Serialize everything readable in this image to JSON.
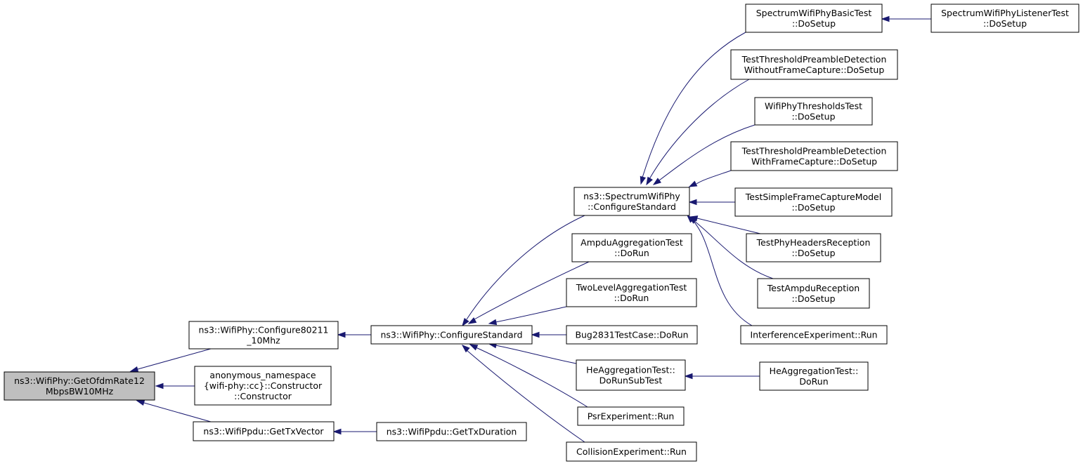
{
  "colors": {
    "edge": "#191970",
    "root_fill": "#bfbfbf",
    "node_fill": "#ffffff",
    "border": "#000000"
  },
  "nodes": {
    "root": [
      "ns3::WifiPhy::GetOfdmRate12",
      "MbpsBW10MHz"
    ],
    "configure80211_10mhz": [
      "ns3::WifiPhy::Configure80211",
      "_10Mhz"
    ],
    "anon_constructor": [
      "anonymous_namespace",
      "{wifi-phy::cc}::Constructor",
      "::Constructor"
    ],
    "getTxVector": [
      "ns3::WifiPpdu::GetTxVector"
    ],
    "wifiphy_configureStandard": [
      "ns3::WifiPhy::ConfigureStandard"
    ],
    "getTxDuration": [
      "ns3::WifiPpdu::GetTxDuration"
    ],
    "spectrum_configureStandard": [
      "ns3::SpectrumWifiPhy",
      "::ConfigureStandard"
    ],
    "ampduAggregation": [
      "AmpduAggregationTest",
      "::DoRun"
    ],
    "twoLevelAggregation": [
      "TwoLevelAggregationTest",
      "::DoRun"
    ],
    "bug2831": [
      "Bug2831TestCase::DoRun"
    ],
    "heAggregationSubTest": [
      "HeAggregationTest::",
      "DoRunSubTest"
    ],
    "psrExperiment": [
      "PsrExperiment::Run"
    ],
    "collisionExperiment": [
      "CollisionExperiment::Run"
    ],
    "spectrumBasic": [
      "SpectrumWifiPhyBasicTest",
      "::DoSetup"
    ],
    "thresholdWithout": [
      "TestThresholdPreambleDetection",
      "WithoutFrameCapture::DoSetup"
    ],
    "thresholdsTest": [
      "WifiPhyThresholdsTest",
      "::DoSetup"
    ],
    "thresholdWith": [
      "TestThresholdPreambleDetection",
      "WithFrameCapture::DoSetup"
    ],
    "simpleFrameCapture": [
      "TestSimpleFrameCaptureModel",
      "::DoSetup"
    ],
    "phyHeaders": [
      "TestPhyHeadersReception",
      "::DoSetup"
    ],
    "ampduReception": [
      "TestAmpduReception",
      "::DoSetup"
    ],
    "interference": [
      "InterferenceExperiment::Run"
    ],
    "spectrumListener": [
      "SpectrumWifiPhyListenerTest",
      "::DoSetup"
    ],
    "heAggregationRun": [
      "HeAggregationTest::",
      "DoRun"
    ]
  }
}
